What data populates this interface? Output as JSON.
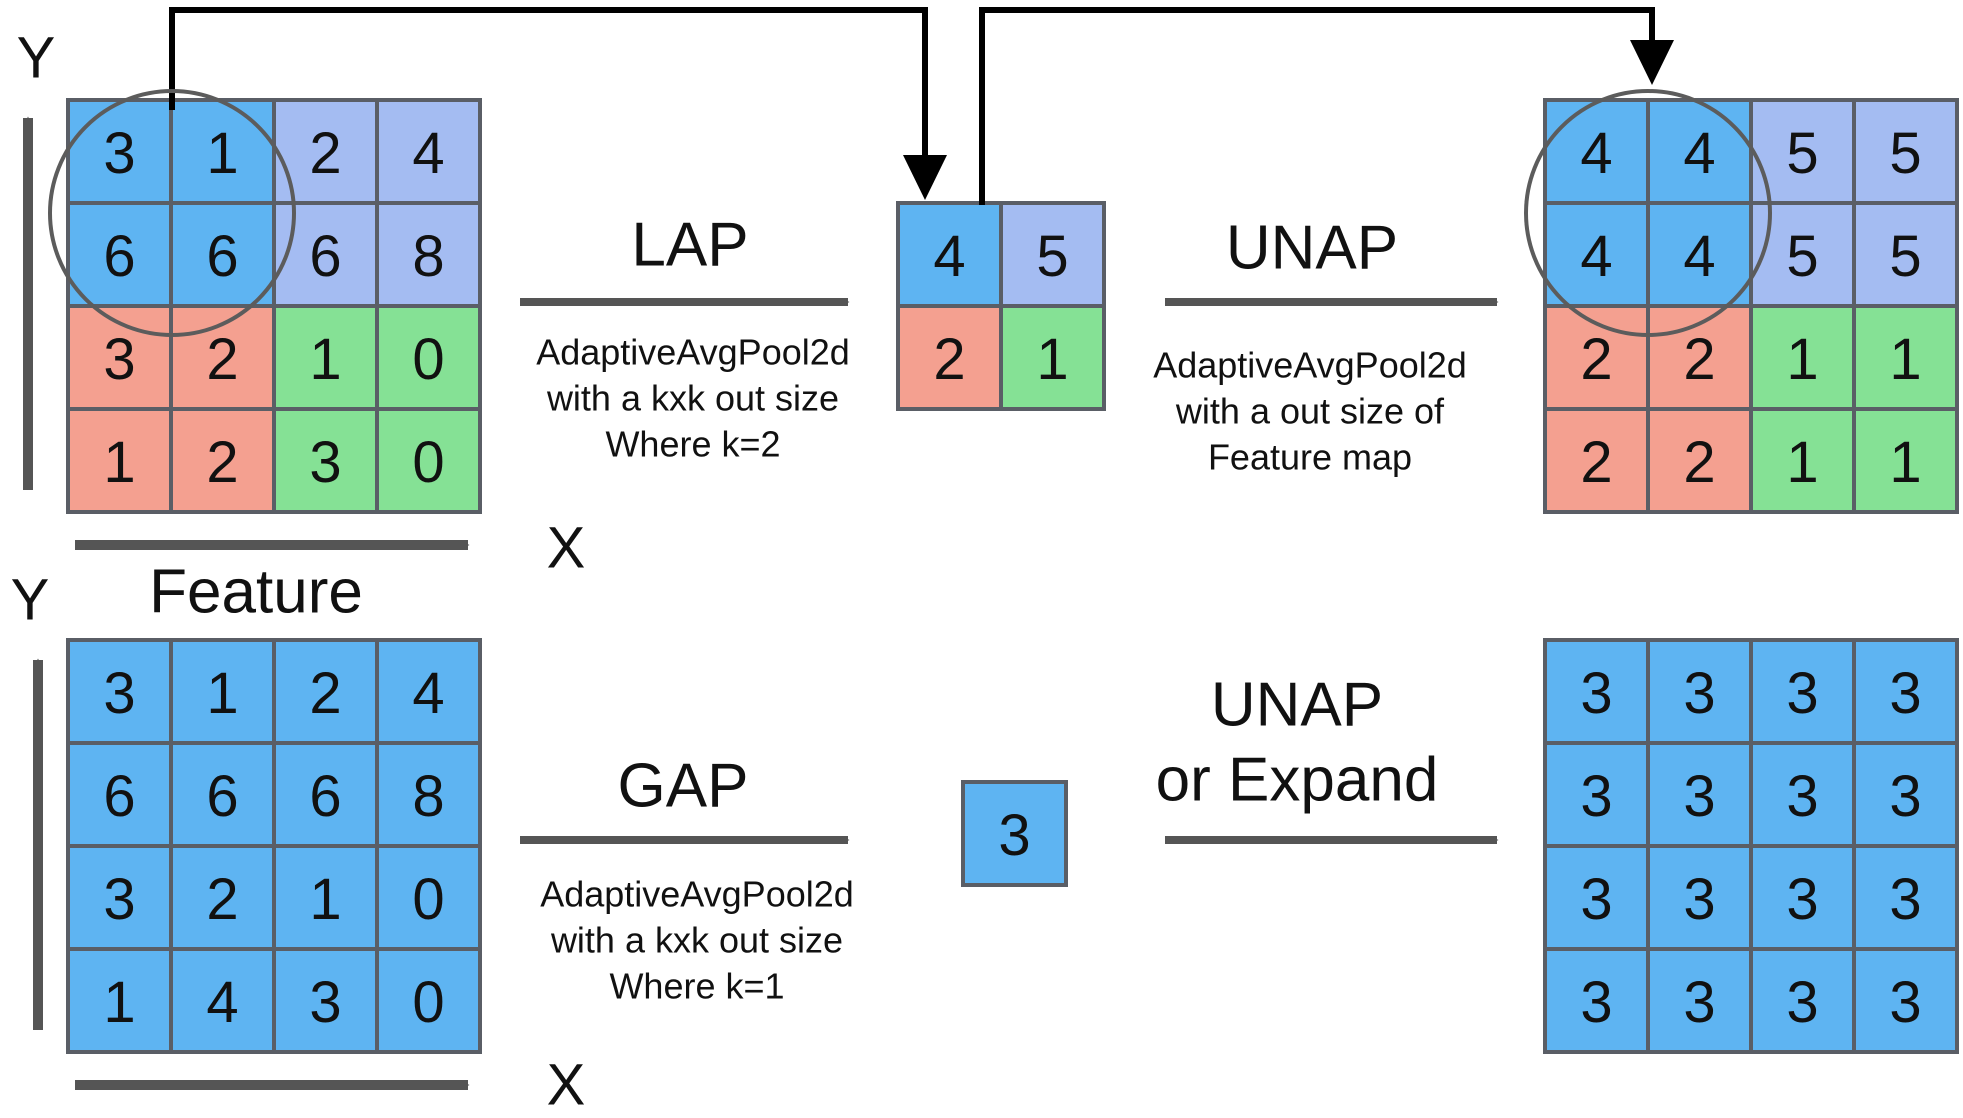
{
  "colors": {
    "blue": "#5eb4f2",
    "lavender": "#a4bcf2",
    "salmon": "#f4a090",
    "green": "#85e195",
    "grid_line": "#5a5e66",
    "arrow_gray": "#555555",
    "arrow_black": "#000000"
  },
  "top_feature": {
    "values": [
      [
        "3",
        "1",
        "2",
        "4"
      ],
      [
        "6",
        "6",
        "6",
        "8"
      ],
      [
        "3",
        "2",
        "1",
        "0"
      ],
      [
        "1",
        "2",
        "3",
        "0"
      ]
    ],
    "colors": [
      [
        "blue",
        "blue",
        "lavender",
        "lavender"
      ],
      [
        "blue",
        "blue",
        "lavender",
        "lavender"
      ],
      [
        "salmon",
        "salmon",
        "green",
        "green"
      ],
      [
        "salmon",
        "salmon",
        "green",
        "green"
      ]
    ],
    "y_label": "Y",
    "x_label": "X",
    "caption": "Feature"
  },
  "lap": {
    "title": "LAP",
    "desc": [
      "AdaptiveAvgPool2d",
      "with a kxk out size",
      "Where k=2"
    ]
  },
  "lap_output": {
    "values": [
      [
        "4",
        "5"
      ],
      [
        "2",
        "1"
      ]
    ],
    "colors": [
      [
        "blue",
        "lavender"
      ],
      [
        "salmon",
        "green"
      ]
    ]
  },
  "unap_top": {
    "title": "UNAP",
    "desc": [
      "AdaptiveAvgPool2d",
      "with a out size of",
      "Feature map"
    ]
  },
  "top_output": {
    "values": [
      [
        "4",
        "4",
        "5",
        "5"
      ],
      [
        "4",
        "4",
        "5",
        "5"
      ],
      [
        "2",
        "2",
        "1",
        "1"
      ],
      [
        "2",
        "2",
        "1",
        "1"
      ]
    ],
    "colors": [
      [
        "blue",
        "blue",
        "lavender",
        "lavender"
      ],
      [
        "blue",
        "blue",
        "lavender",
        "lavender"
      ],
      [
        "salmon",
        "salmon",
        "green",
        "green"
      ],
      [
        "salmon",
        "salmon",
        "green",
        "green"
      ]
    ]
  },
  "bottom_feature": {
    "values": [
      [
        "3",
        "1",
        "2",
        "4"
      ],
      [
        "6",
        "6",
        "6",
        "8"
      ],
      [
        "3",
        "2",
        "1",
        "0"
      ],
      [
        "1",
        "4",
        "3",
        "0"
      ]
    ],
    "y_label": "Y",
    "x_label": "X"
  },
  "gap": {
    "title": "GAP",
    "desc": [
      "AdaptiveAvgPool2d",
      "with a kxk out size",
      "Where k=1"
    ]
  },
  "gap_output": {
    "value": "3"
  },
  "unap_bottom": {
    "title_line1": "UNAP",
    "title_line2": "or Expand"
  },
  "bottom_output": {
    "values": [
      [
        "3",
        "3",
        "3",
        "3"
      ],
      [
        "3",
        "3",
        "3",
        "3"
      ],
      [
        "3",
        "3",
        "3",
        "3"
      ],
      [
        "3",
        "3",
        "3",
        "3"
      ]
    ]
  }
}
